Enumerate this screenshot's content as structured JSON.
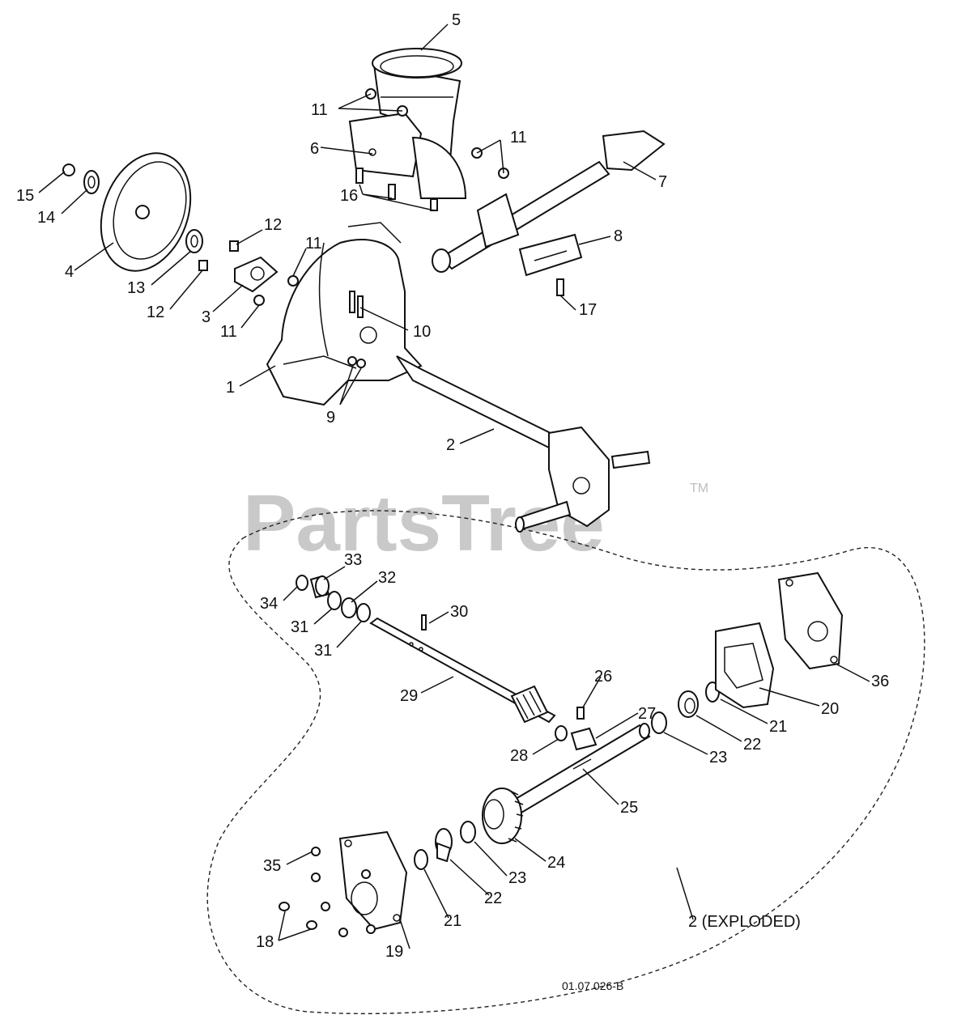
{
  "watermark": {
    "text": "PartsTree",
    "trademark": "TM"
  },
  "callouts": {
    "n1": "1",
    "n2": "2",
    "n3": "3",
    "n4": "4",
    "n5": "5",
    "n6": "6",
    "n7": "7",
    "n8": "8",
    "n9": "9",
    "n10": "10",
    "n11": "11",
    "n12": "12",
    "n13": "13",
    "n14": "14",
    "n15": "15",
    "n16": "16",
    "n17": "17",
    "n18": "18",
    "n19": "19",
    "n20": "20",
    "n21": "21",
    "n22": "22",
    "n23": "23",
    "n24": "24",
    "n25": "25",
    "n26": "26",
    "n27": "27",
    "n28": "28",
    "n29": "29",
    "n30": "30",
    "n31": "31",
    "n32": "32",
    "n33": "33",
    "n34": "34",
    "n35": "35",
    "n36": "36"
  },
  "exploded_label": "2 (EXPLODED)",
  "drawing_ref": "01.07.026-B"
}
